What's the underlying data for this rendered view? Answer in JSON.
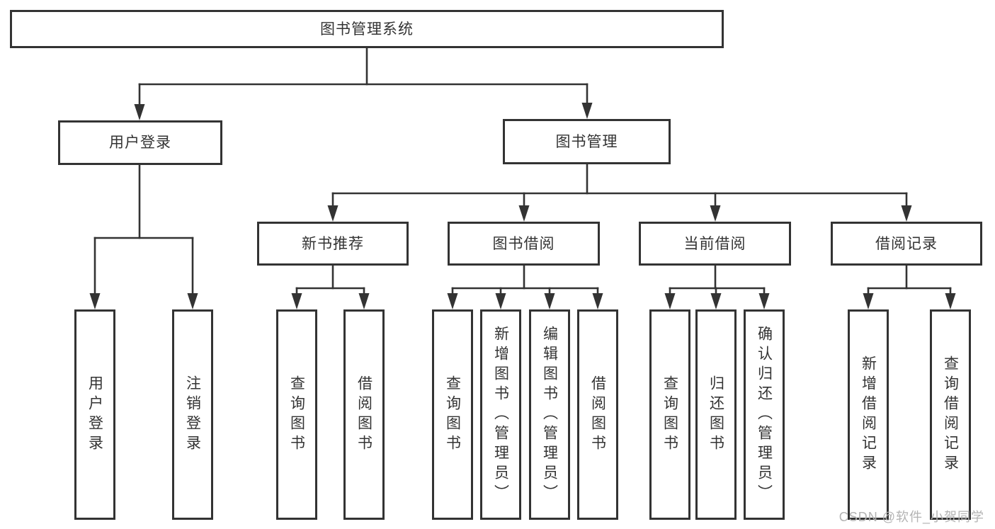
{
  "tree": {
    "root": {
      "label": "图书管理系统",
      "children": [
        {
          "label": "用户登录",
          "children": [
            {
              "label": "用户登录"
            },
            {
              "label": "注销登录"
            }
          ]
        },
        {
          "label": "图书管理",
          "children": [
            {
              "label": "新书推荐",
              "children": [
                {
                  "label": "查询图书"
                },
                {
                  "label": "借阅图书"
                }
              ]
            },
            {
              "label": "图书借阅",
              "children": [
                {
                  "label": "查询图书"
                },
                {
                  "label": "新增图书（管理员）"
                },
                {
                  "label": "编辑图书（管理员）"
                },
                {
                  "label": "借阅图书"
                }
              ]
            },
            {
              "label": "当前借阅",
              "children": [
                {
                  "label": "查询图书"
                },
                {
                  "label": "归还图书"
                },
                {
                  "label": "确认归还（管理员）"
                }
              ]
            },
            {
              "label": "借阅记录",
              "children": [
                {
                  "label": "新增借阅记录"
                },
                {
                  "label": "查询借阅记录"
                }
              ]
            }
          ]
        }
      ]
    }
  },
  "watermark": {
    "text": "CSDN @软件_小贺同学"
  },
  "colors": {
    "line": "#333333",
    "box_border": "#333333",
    "text": "#333333",
    "background": "#ffffff",
    "watermark_text": "#b3b3b3"
  }
}
